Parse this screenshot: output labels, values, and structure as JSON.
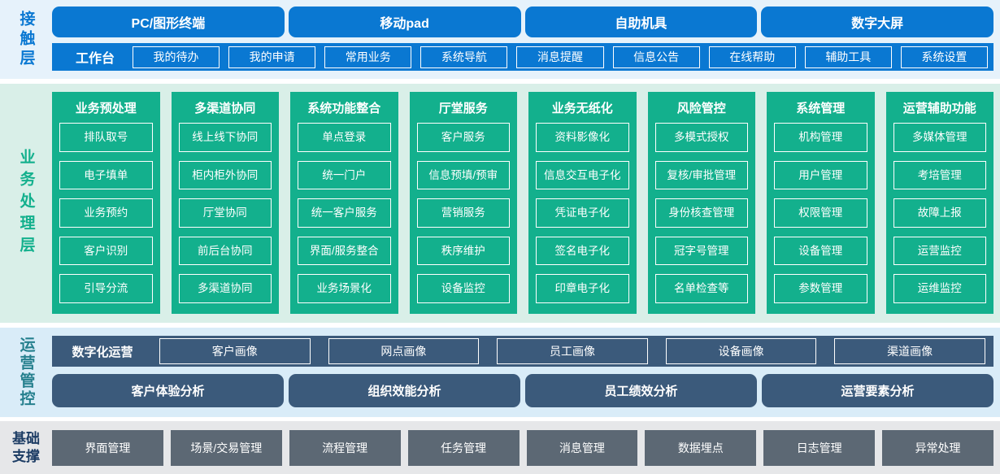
{
  "contact_layer": {
    "label": "接触层",
    "terminals": [
      "PC/图形终端",
      "移动pad",
      "自助机具",
      "数字大屏"
    ],
    "workbench": {
      "label": "工作台",
      "items": [
        "我的待办",
        "我的申请",
        "常用业务",
        "系统导航",
        "消息提醒",
        "信息公告",
        "在线帮助",
        "辅助工具",
        "系统设置"
      ]
    }
  },
  "business_layer": {
    "label": "业务处理层",
    "columns": [
      {
        "title": "业务预处理",
        "items": [
          "排队取号",
          "电子填单",
          "业务预约",
          "客户识别",
          "引导分流"
        ]
      },
      {
        "title": "多渠道协同",
        "items": [
          "线上线下协同",
          "柜内柜外协同",
          "厅堂协同",
          "前后台协同",
          "多渠道协同"
        ]
      },
      {
        "title": "系统功能整合",
        "items": [
          "单点登录",
          "统一门户",
          "统一客户服务",
          "界面/服务整合",
          "业务场景化"
        ]
      },
      {
        "title": "厅堂服务",
        "items": [
          "客户服务",
          "信息预填/预审",
          "营销服务",
          "秩序维护",
          "设备监控"
        ]
      },
      {
        "title": "业务无纸化",
        "items": [
          "资料影像化",
          "信息交互电子化",
          "凭证电子化",
          "签名电子化",
          "印章电子化"
        ]
      },
      {
        "title": "风险管控",
        "items": [
          "多模式授权",
          "复核/审批管理",
          "身份核查管理",
          "冠字号管理",
          "名单检查等"
        ]
      },
      {
        "title": "系统管理",
        "items": [
          "机构管理",
          "用户管理",
          "权限管理",
          "设备管理",
          "参数管理"
        ]
      },
      {
        "title": "运营辅助功能",
        "items": [
          "多媒体管理",
          "考培管理",
          "故障上报",
          "运营监控",
          "运维监控"
        ]
      }
    ]
  },
  "operation_layer": {
    "label": "运营管控",
    "digital_ops": {
      "label": "数字化运营",
      "items": [
        "客户画像",
        "网点画像",
        "员工画像",
        "设备画像",
        "渠道画像"
      ]
    },
    "analysis": [
      "客户体验分析",
      "组织效能分析",
      "员工绩效分析",
      "运营要素分析"
    ]
  },
  "foundation_layer": {
    "label": "基础支撑",
    "items": [
      "界面管理",
      "场景/交易管理",
      "流程管理",
      "任务管理",
      "消息管理",
      "数据埋点",
      "日志管理",
      "异常处理"
    ]
  },
  "colors": {
    "primary-blue": "#0a78d2",
    "contact-band-bg": "#e6f2fb",
    "green": "#13b08d",
    "business-band-bg": "#d9efe8",
    "slate": "#3b5a7b",
    "ops-band-bg": "#d9ecf8",
    "ops-label": "#26808e",
    "gray-box": "#5c6874",
    "foundation-band-bg": "#e6e7e9",
    "foundation-label": "#1c3c64"
  }
}
